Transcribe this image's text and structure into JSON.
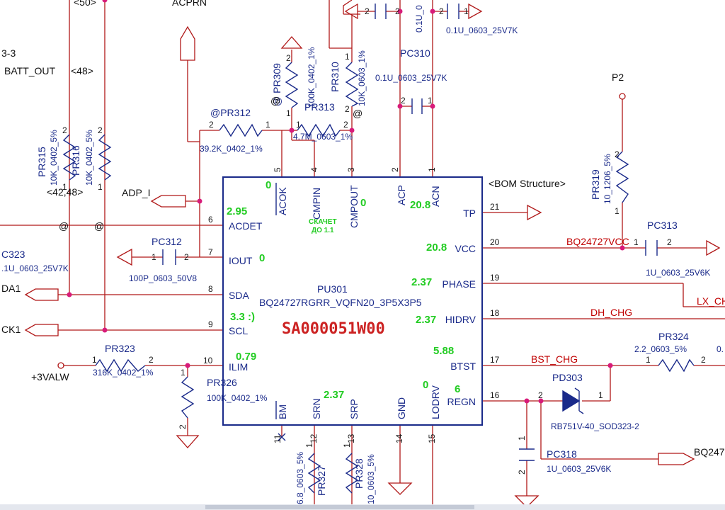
{
  "chip": {
    "refdes": "PU301",
    "part": "BQ24727RGRR_VQFN20_3P5X3P5",
    "code": "SA000051W00"
  },
  "chip_pins": {
    "acdet": "ACDET",
    "iout": "IOUT",
    "sda": "SDA",
    "scl": "SCL",
    "ilim": "ILIM",
    "tp": "TP",
    "vcc": "VCC",
    "phase": "PHASE",
    "hidrv": "HIDRV",
    "btst": "BTST",
    "regn": "REGN",
    "acok": "ACOK",
    "cmpin": "CMPIN",
    "cmpout": "CMPOUT",
    "acp": "ACP",
    "acn": "ACN",
    "bm": "BM",
    "srn": "SRN",
    "srp": "SRP",
    "gnd": "GND",
    "lodrv": "LODRV"
  },
  "pin_numbers": {
    "p1": "1",
    "p2": "2",
    "p3": "3",
    "p4": "4",
    "p5": "5",
    "p6": "6",
    "p7": "7",
    "p8": "8",
    "p9": "9",
    "p10": "10",
    "p11": "11",
    "p12": "12",
    "p13": "13",
    "p14": "14",
    "p15": "15",
    "p16": "16",
    "p17": "17",
    "p18": "18",
    "p19": "19",
    "p20": "20",
    "p21": "21"
  },
  "measurements": {
    "acok": "0",
    "cmpout": "0",
    "acp": "20.8",
    "acdet": "2.95",
    "iout": "0",
    "vcc": "20.8",
    "phase": "2.37",
    "scl": "3.3 :)",
    "hidrv": "2.37",
    "ilim": "0.79",
    "btst": "5.88",
    "srn": "2.37",
    "lodrv": "0",
    "regn": "6"
  },
  "notes": {
    "cmpin_line1": "СКАЧЕТ",
    "cmpin_line2": "ДО 1.1"
  },
  "components": {
    "pr312": {
      "ref": "@PR312",
      "value": "39.2K_0402_1%"
    },
    "pr313": {
      "ref": "PR313",
      "value": "4.7M_0603_1%"
    },
    "pr309": {
      "ref": "@ PR309",
      "value": "100K_0402_1%"
    },
    "pr310": {
      "ref": "PR310",
      "value": "10K_0603_1%"
    },
    "pr315": {
      "ref": "PR315",
      "value": "10K_0402_5%"
    },
    "pr316": {
      "ref": "PR316",
      "value": "10K_0402_5%"
    },
    "pc310": {
      "ref": "PC310",
      "value": "0.1U_0603_25V7K"
    },
    "pc_top": {
      "value": "0.1U_0603_25V7K"
    },
    "pc_top2": {
      "value": "0.1U_0"
    },
    "pc312": {
      "ref": "PC312",
      "value": "100P_0603_50V8"
    },
    "pc323": {
      "ref": "C323",
      "value": ".1U_0603_25V7K"
    },
    "pr323": {
      "ref": "PR323",
      "value": "316K_0402_1%"
    },
    "pr326": {
      "ref": "PR326",
      "value": "100K_0402_1%"
    },
    "pr319": {
      "ref": "PR319",
      "value": "10_1206_5%"
    },
    "pc313": {
      "ref": "PC313",
      "value": "1U_0603_25V6K"
    },
    "pr324": {
      "ref": "PR324",
      "value": "2.2_0603_5%"
    },
    "pr324_cut": "0.",
    "pd303": {
      "ref": "PD303",
      "value": "RB751V-40_SOD323-2"
    },
    "pc318": {
      "ref": "PC318",
      "value": "1U_0603_25V6K"
    },
    "pr327": {
      "ref": "PR327",
      "value": "6.8_0603_5%"
    },
    "pr328": {
      "ref": "PR328",
      "value": "10_0603_5%"
    }
  },
  "nets": {
    "acprn": "ACPRN",
    "batt_out": "BATT_OUT",
    "b50": "<50>",
    "b48": "<48>",
    "b4248": "<42,48>",
    "adp_i": "ADP_I",
    "sda1": "DA1",
    "sck1": "CK1",
    "valw": "+3VALW",
    "p2": "P2",
    "bq_vcc": "BQ24727VCC",
    "lx": "LX_CH",
    "dh": "DH_CHG",
    "bst": "BST_CHG",
    "bq_cut": "BQ247",
    "bom": "<BOM Structure>",
    "b3": "3-3",
    "at": "@"
  }
}
